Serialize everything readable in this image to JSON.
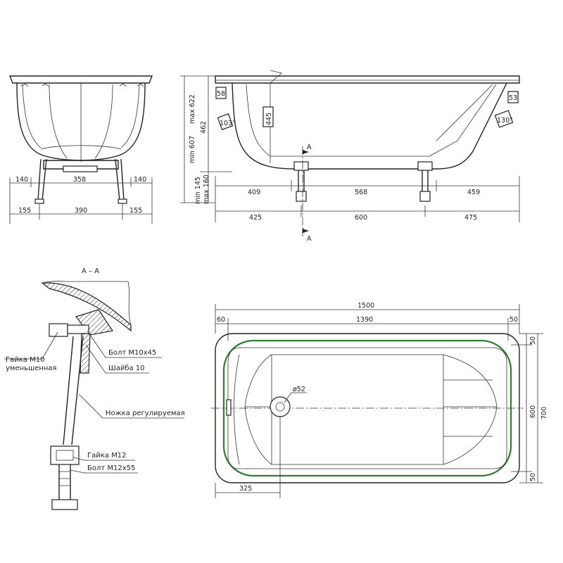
{
  "front_view": {
    "dims": {
      "top_left": "140",
      "top_mid": "358",
      "top_right": "140",
      "bot_left": "155",
      "bot_mid": "390",
      "bot_right": "155"
    }
  },
  "side_view": {
    "height_min": "min 607",
    "height_max": "max 622",
    "depth_462": "462",
    "rim_58": "58",
    "rim_53": "53",
    "depth_445": "445",
    "angle_left": "103°",
    "angle_right": "130°",
    "leg_min": "min 145",
    "leg_max": "max 160",
    "top_dims": [
      "409",
      "568",
      "459"
    ],
    "bot_dims": [
      "425",
      "600",
      "475"
    ],
    "section_mark": "A"
  },
  "section_view": {
    "title": "А – А",
    "labels": {
      "nut_m10_line1": "Гайка М10",
      "nut_m10_line2": "уменьшенная",
      "bolt_m10": "Болт М10х45",
      "washer": "Шайба 10",
      "leg": "Ножка регулируемая",
      "nut_m12": "Гайка М12",
      "bolt_m12": "Болт М12х55"
    }
  },
  "plan_view": {
    "overall_length": "1500",
    "inner_length": "1390",
    "rim_left": "60",
    "rim_right": "50",
    "overall_width": "700",
    "inner_width": "600",
    "rim_top": "50",
    "rim_bottom": "50",
    "drain_offset": "325",
    "drain_diameter": "ø52"
  }
}
